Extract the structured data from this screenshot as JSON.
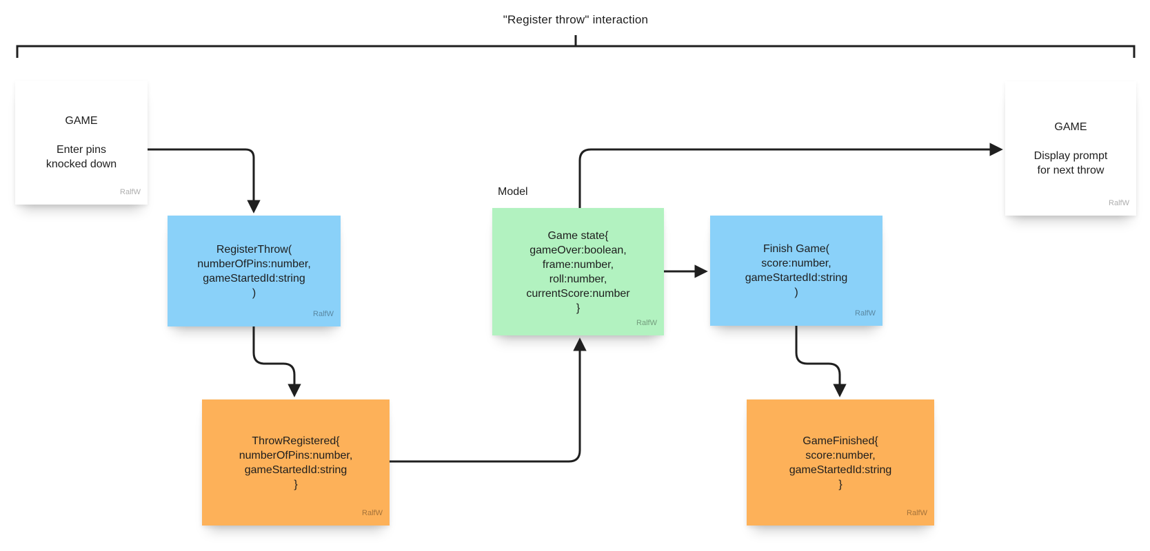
{
  "header": {
    "title": "\"Register throw\" interaction"
  },
  "colors": {
    "note_blue": "#8AD1F9",
    "note_orange": "#FDB159",
    "note_green": "#B2F2C0",
    "note_white": "#FFFFFF",
    "connector": "#1F1F1F",
    "author_gray": "#AEAEAE"
  },
  "notes": {
    "game_left": {
      "text": "GAME\n\nEnter pins\nknocked down",
      "author": "RalfW"
    },
    "register_throw": {
      "text": "RegisterThrow(\nnumberOfPins:number,\ngameStartedId:string\n)",
      "author": "RalfW"
    },
    "throw_registered": {
      "text": "ThrowRegistered{\nnumberOfPins:number,\ngameStartedId:string\n}",
      "author": "RalfW"
    },
    "game_state": {
      "label": "Model",
      "text": "Game state{\ngameOver:boolean,\nframe:number,\nroll:number,\ncurrentScore:number\n}",
      "author": "RalfW"
    },
    "finish_game": {
      "text": "Finish Game(\nscore:number,\ngameStartedId:string\n)",
      "author": "RalfW"
    },
    "game_finished": {
      "text": "GameFinished{\nscore:number,\ngameStartedId:string\n}",
      "author": "RalfW"
    },
    "game_right": {
      "text": "GAME\n\nDisplay prompt\nfor next throw",
      "author": "RalfW"
    }
  },
  "edges": [
    {
      "from": "game_left",
      "to": "register_throw"
    },
    {
      "from": "register_throw",
      "to": "throw_registered"
    },
    {
      "from": "throw_registered",
      "to": "game_state"
    },
    {
      "from": "game_state",
      "to": "game_right"
    },
    {
      "from": "game_state",
      "to": "finish_game"
    },
    {
      "from": "finish_game",
      "to": "game_finished"
    }
  ]
}
